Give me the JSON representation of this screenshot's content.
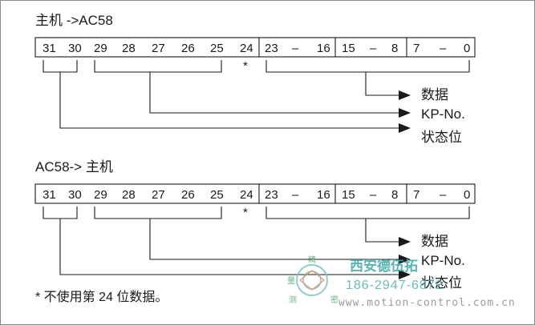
{
  "diagrams": [
    {
      "title": "主机 ->AC58",
      "cells": [
        "31",
        "30",
        "29",
        "28",
        "27",
        "26",
        "25",
        "24",
        "23",
        "–",
        "16",
        "15",
        "–",
        "8",
        "7",
        "–",
        "0"
      ],
      "star": "*",
      "labels": [
        "数据",
        "KP-No.",
        "状态位"
      ]
    },
    {
      "title": "AC58-> 主机",
      "cells": [
        "31",
        "30",
        "29",
        "28",
        "27",
        "26",
        "25",
        "24",
        "23",
        "–",
        "16",
        "15",
        "–",
        "8",
        "7",
        "–",
        "0"
      ],
      "star": "*",
      "labels": [
        "数据",
        "KP-No.",
        "状态位"
      ]
    }
  ],
  "footnote": "* 不使用第 24 位数据。",
  "watermark": {
    "company": "西安德伍拓",
    "phone": "186-2947-6872",
    "url": "www.motion-control.com.cn",
    "seal_chars": [
      "精",
      "密",
      "测",
      "量"
    ]
  },
  "colors": {
    "line": "#1a1a1a",
    "watermark": "#3aa6a6",
    "border": "#8a8a8a"
  }
}
